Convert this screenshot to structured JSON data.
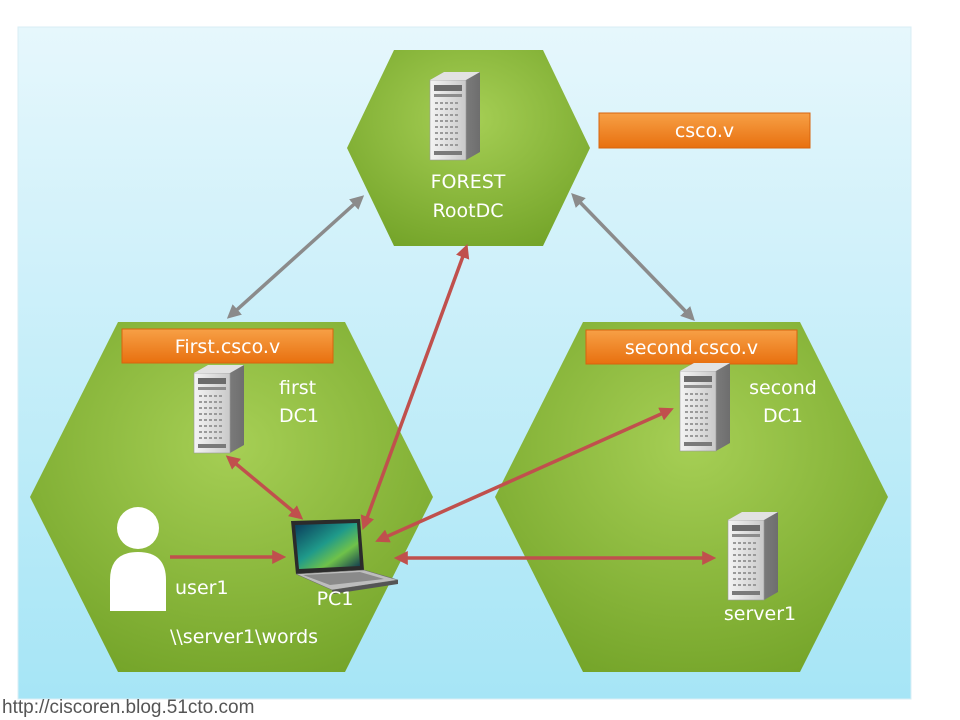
{
  "domains": {
    "root": "csco.v",
    "first": "First.csco.v",
    "second": "second.csco.v"
  },
  "nodes": {
    "root_dc": {
      "line1": "FOREST",
      "line2": "RootDC"
    },
    "first_dc": {
      "line1": "first",
      "line2": "DC1"
    },
    "second_dc": {
      "line1": "second",
      "line2": "DC1"
    },
    "server1": {
      "label": "server1"
    },
    "pc1": {
      "label": "PC1"
    },
    "user1": {
      "label": "user1"
    }
  },
  "share_path": "\\\\server1\\words",
  "watermark": "http://ciscoren.blog.51cto.com",
  "colors": {
    "background": "#b9e9f6",
    "hexagon": "#8cbd3f",
    "domain_box": "#ef7b1e",
    "trust_arrow": "#8b8b8b",
    "access_arrow": "#c0504d"
  }
}
